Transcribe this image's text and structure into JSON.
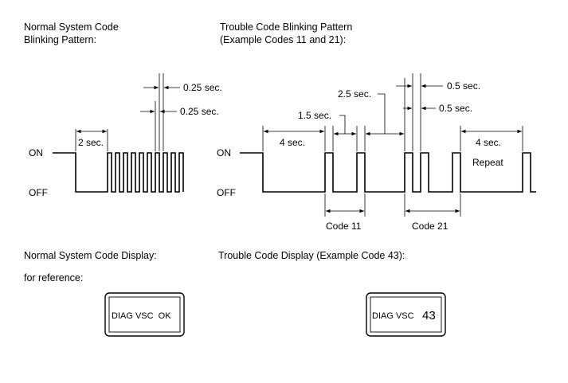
{
  "normal": {
    "title_line1": "Normal System Code",
    "title_line2": "Blinking Pattern:",
    "on_label": "ON",
    "off_label": "OFF",
    "interval_label": "2 sec.",
    "flash_on_label": "0.25 sec.",
    "flash_off_label": "0.25 sec.",
    "display_title": "Normal System Code Display:",
    "reference_note": "for reference:",
    "display_text": "DIAG VSC  OK"
  },
  "trouble": {
    "title_line1": "Trouble Code Blinking Pattern",
    "title_line2": "(Example Codes 11 and 21):",
    "on_label": "ON",
    "off_label": "OFF",
    "start_label": "4 sec.",
    "digit_gap_label": "1.5 sec.",
    "code_gap_label": "2.5 sec.",
    "pulse_on_label": "0.5 sec.",
    "pulse_off_label": "0.5 sec.",
    "repeat_gap_label": "4 sec.",
    "repeat_label": "Repeat",
    "code1_label": "Code 11",
    "code2_label": "Code 21",
    "display_title": "Trouble Code Display (Example Code 43):",
    "display_prefix": "DIAG VSC",
    "display_code": "43"
  },
  "colors": {
    "ink": "#000000",
    "background": "#ffffff"
  }
}
